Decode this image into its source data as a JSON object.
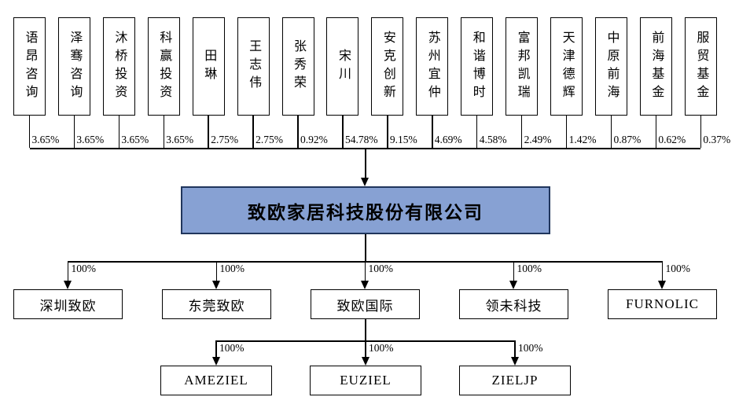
{
  "parent": {
    "name": "致欧家居科技股份有限公司"
  },
  "shareholders": [
    {
      "name": "语昂咨询",
      "pct": "3.65%"
    },
    {
      "name": "泽骞咨询",
      "pct": "3.65%"
    },
    {
      "name": "沐桥投资",
      "pct": "3.65%"
    },
    {
      "name": "科赢投资",
      "pct": "3.65%"
    },
    {
      "name": "田琳",
      "pct": "2.75%"
    },
    {
      "name": "王志伟",
      "pct": "2.75%"
    },
    {
      "name": "张秀荣",
      "pct": "0.92%"
    },
    {
      "name": "宋川",
      "pct": "54.78%"
    },
    {
      "name": "安克创新",
      "pct": "9.15%"
    },
    {
      "name": "苏州宜仲",
      "pct": "4.69%"
    },
    {
      "name": "和谐博时",
      "pct": "4.58%"
    },
    {
      "name": "富邦凯瑞",
      "pct": "2.49%"
    },
    {
      "name": "天津德辉",
      "pct": "1.42%"
    },
    {
      "name": "中原前海",
      "pct": "0.87%"
    },
    {
      "name": "前海基金",
      "pct": "0.62%"
    },
    {
      "name": "服贸基金",
      "pct": "0.37%"
    }
  ],
  "subsidiaries": [
    {
      "name": "深圳致欧",
      "pct": "100%"
    },
    {
      "name": "东莞致欧",
      "pct": "100%"
    },
    {
      "name": "致欧国际",
      "pct": "100%"
    },
    {
      "name": "领未科技",
      "pct": "100%"
    },
    {
      "name": "FURNOLIC",
      "pct": "100%"
    }
  ],
  "sub_subsidiaries": [
    {
      "name": "AMEZIEL",
      "pct": "100%"
    },
    {
      "name": "EUZIEL",
      "pct": "100%"
    },
    {
      "name": "ZIELJP",
      "pct": "100%"
    }
  ],
  "colors": {
    "parent_fill": "#87A1D3",
    "parent_border": "#20355C",
    "line": "#000000"
  }
}
